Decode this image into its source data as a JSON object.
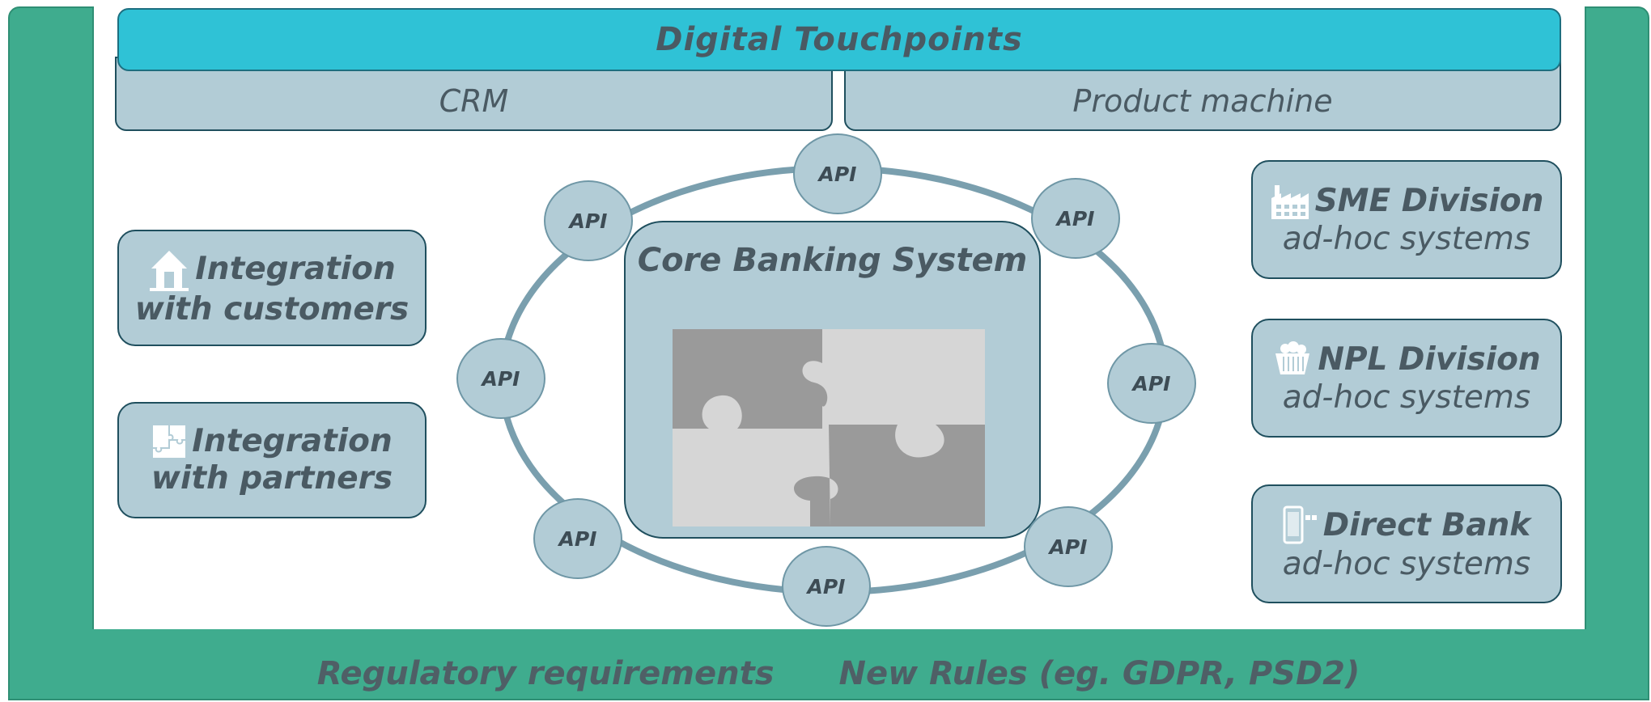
{
  "header": {
    "title": "Digital Touchpoints"
  },
  "bars": {
    "left": "CRM",
    "right": "Product machine"
  },
  "core": {
    "title": "Core Banking System"
  },
  "api": {
    "label": "API"
  },
  "left_boxes": [
    {
      "line1": "Integration",
      "line2": "with customers",
      "icon": "house-icon"
    },
    {
      "line1": "Integration",
      "line2": "with partners",
      "icon": "puzzle-icon"
    }
  ],
  "right_boxes": [
    {
      "line1": "SME Division",
      "line2": "ad-hoc systems",
      "icon": "factory-icon"
    },
    {
      "line1": "NPL Division",
      "line2": "ad-hoc systems",
      "icon": "cart-icon"
    },
    {
      "line1": "Direct Bank",
      "line2": "ad-hoc systems",
      "icon": "mobile-icon"
    }
  ],
  "footer": {
    "left": "Regulatory requirements",
    "right": "New Rules (eg. GDPR, PSD2)"
  },
  "colors": {
    "frame": "#3fac8e",
    "panel": "#b2ccd6",
    "touchpoints": "#2fc2d6",
    "ring": "#7a9fae"
  }
}
